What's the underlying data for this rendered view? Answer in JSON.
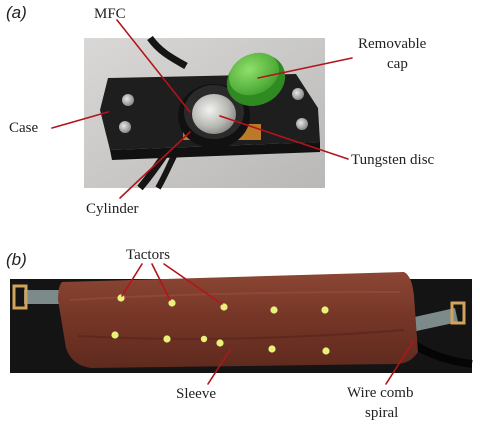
{
  "panel_a": {
    "panel_label": "(a)",
    "labels": {
      "mfc": "MFC",
      "removable_cap_line1": "Removable",
      "removable_cap_line2": "cap",
      "case": "Case",
      "tungsten_disc": "Tungsten disc",
      "cylinder": "Cylinder"
    }
  },
  "panel_b": {
    "panel_label": "(b)",
    "labels": {
      "tactors": "Tactors",
      "sleeve": "Sleeve",
      "wire_comb_spiral_line1": "Wire comb",
      "wire_comb_spiral_line2": "spiral"
    },
    "tactor_count": 11
  },
  "colors": {
    "leader_lines": "#b3141b",
    "sleeve": "#7a3a2a",
    "cap": "#5cc13e",
    "case": "#1e1e1e",
    "tactor_led": "#e8f27a"
  }
}
